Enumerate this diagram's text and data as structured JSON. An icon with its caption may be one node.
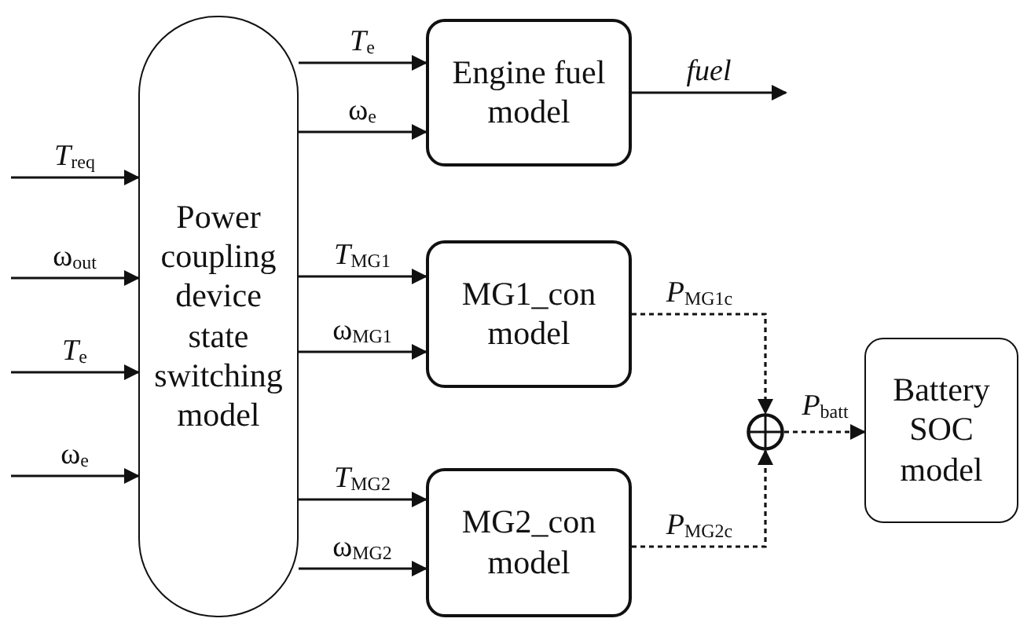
{
  "diagram": {
    "nodes": [
      {
        "text": [
          "Power coupling device state switching model"
        ]
      },
      {
        "text": [
          "Engine fuel model"
        ]
      },
      {
        "text": [
          "MG1_con model"
        ]
      },
      {
        "text": [
          "MG2_con model"
        ]
      },
      {
        "text": [],
        "shape": "circle"
      },
      {
        "text": [
          "Battery SOC model"
        ]
      }
    ],
    "edges": [
      {
        "from": null,
        "to": 0,
        "arrow": "to",
        "label": "*T*$_{req}$"
      },
      {
        "from": null,
        "to": 0,
        "arrow": "to",
        "label": "ω$_{out}$"
      },
      {
        "from": null,
        "to": 0,
        "arrow": "to",
        "label": "*T*$_{e}$"
      },
      {
        "from": null,
        "to": 0,
        "arrow": "to",
        "label": "ω$_{e}$"
      },
      {
        "from": 0,
        "to": 1,
        "arrow": "to",
        "label": "*T*$_{e}$"
      },
      {
        "from": 0,
        "to": 1,
        "arrow": "to",
        "label": "ω$_{e}$"
      },
      {
        "from": 0,
        "to": 2,
        "arrow": "to",
        "label": "*T*$_{MG1}$"
      },
      {
        "from": 0,
        "to": 2,
        "arrow": "to",
        "label": "ω$_{MG1}$"
      },
      {
        "from": 0,
        "to": 3,
        "arrow": "to",
        "label": "*T*$_{MG2}$"
      },
      {
        "from": 0,
        "to": 3,
        "arrow": "to",
        "label": "ω$_{MG2}$"
      },
      {
        "from": 1,
        "to": null,
        "arrow": "to",
        "label": "fuel"
      },
      {
        "from": 2,
        "to": 4,
        "arrow": "to",
        "label": "*P*$_{MG1c}$",
        "style": "dashed"
      },
      {
        "from": 3,
        "to": 4,
        "arrow": "to",
        "label": "*P*$_{MG2c}$",
        "style": "dashed"
      },
      {
        "from": 4,
        "to": 5,
        "arrow": "to",
        "label": "*P*$_{batt}$",
        "style": "dashed"
      }
    ]
  }
}
